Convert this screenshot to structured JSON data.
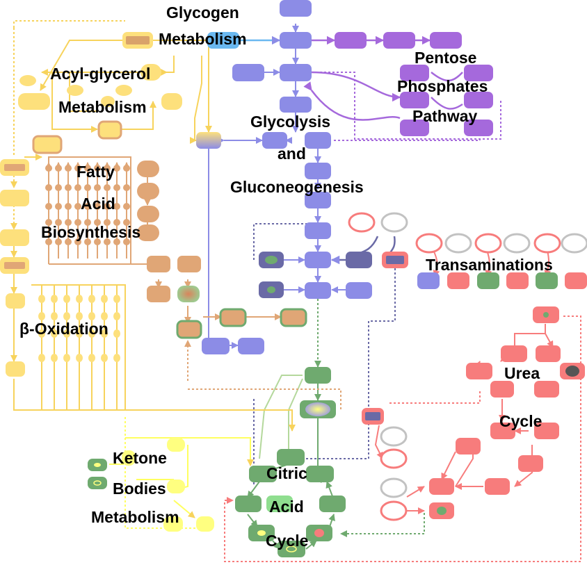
{
  "labels": {
    "glycogen_1": "Glycogen",
    "glycogen_2": "Metabolism",
    "acyl_1": "Acyl-glycerol",
    "acyl_2": "Metabolism",
    "glycolysis_1": "Glycolysis",
    "glycolysis_2": "and",
    "glycolysis_3": "Gluconeogenesis",
    "pentose_1": "Pentose",
    "pentose_2": "Phosphates",
    "pentose_3": "Pathway",
    "fatty_1": "Fatty",
    "fatty_2": "Acid",
    "fatty_3": "Biosynthesis",
    "transamin": "Transaminations",
    "beta_ox": "β-Oxidation",
    "urea_1": "Urea",
    "urea_2": "Cycle",
    "ketone_1": "Ketone",
    "ketone_2": "Bodies",
    "ketone_3": "Metabolism",
    "citric_1": "Citric",
    "citric_2": "Acid",
    "citric_3": "Cycle"
  },
  "colors": {
    "glycolysis": "#8c8ce6",
    "glycolysis_dark": "#6a6aa6",
    "pentose": "#a569dc",
    "glycogen": "#6ab8f0",
    "acyl": "#fde07c",
    "fatty": "#e0a676",
    "urea": "#f77c7c",
    "citric": "#6faa6f",
    "ketone": "#ffff80",
    "empty_grey": "#c2c2c2"
  }
}
